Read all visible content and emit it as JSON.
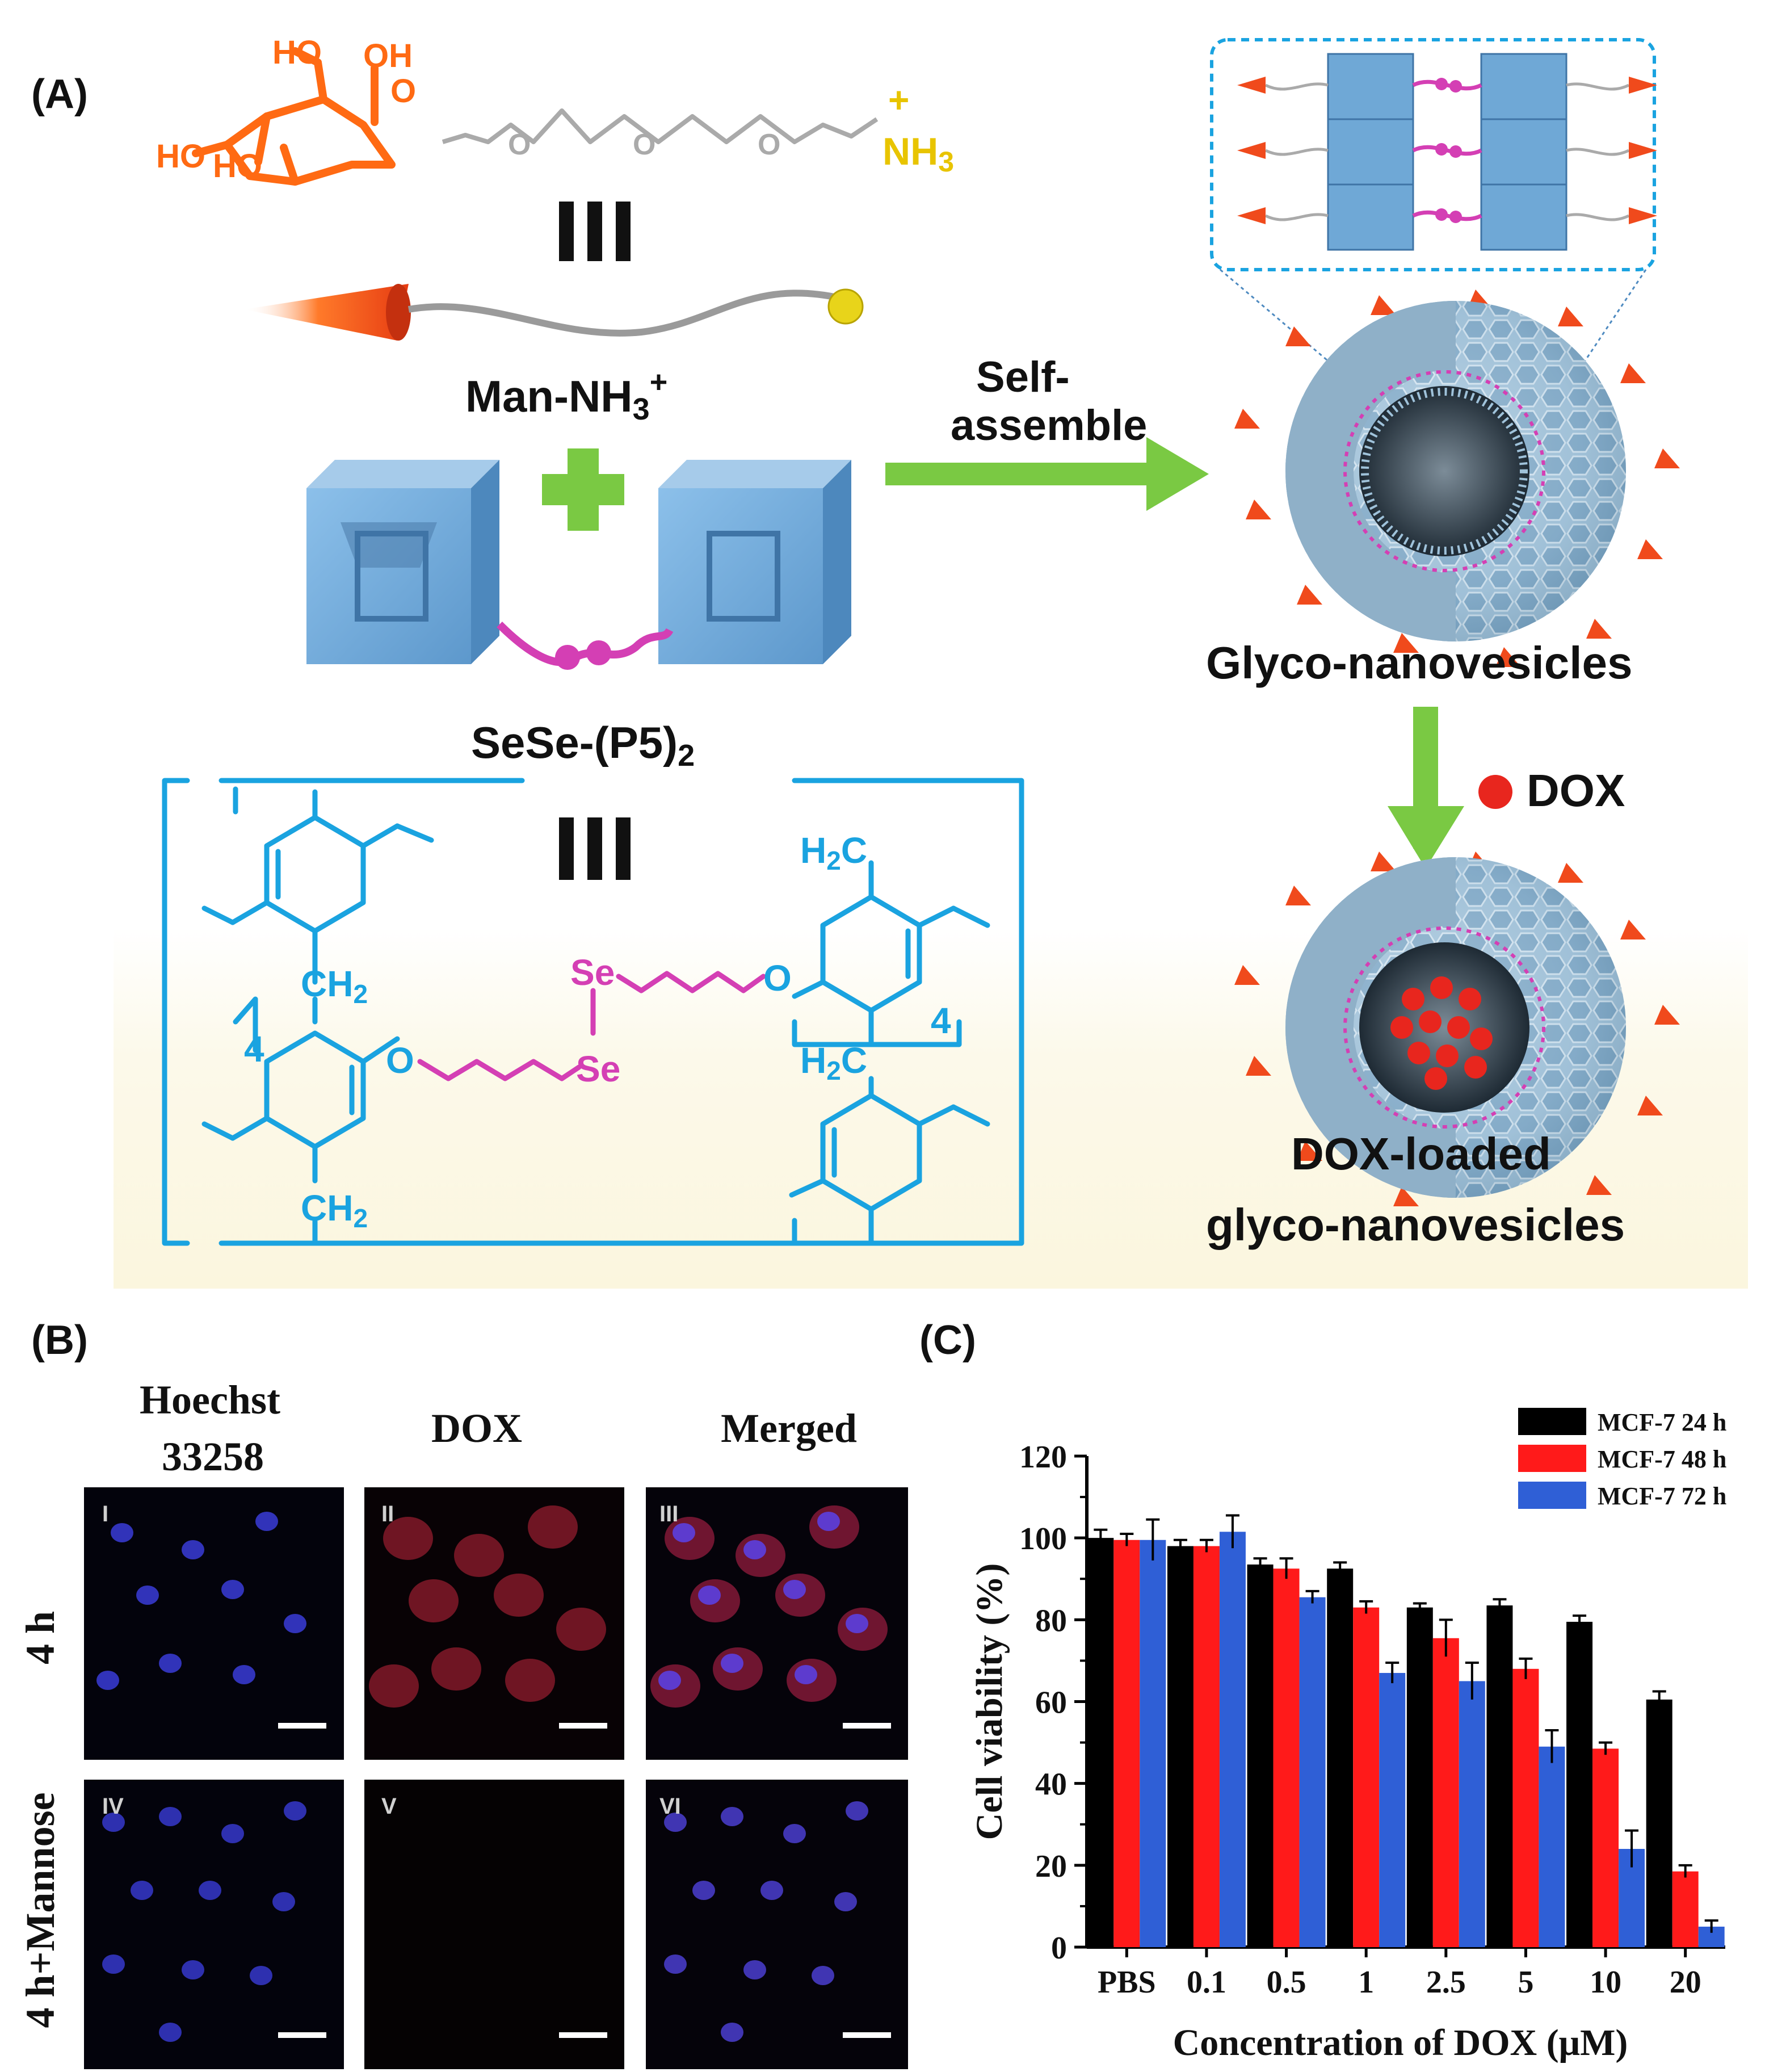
{
  "panel_a": {
    "label": "(A)",
    "molecule_labels": {
      "ho_top": "HO",
      "oh_top": "OH",
      "ring_o": "O",
      "ho_left1": "HO",
      "ho_left2": "HO",
      "o1": "O",
      "o2": "O",
      "o3": "O",
      "plus": "+",
      "nh3": "NH",
      "nh3_sub": "3"
    },
    "equiv_symbol": "III",
    "man_label": "Man-NH",
    "man_sub": "3",
    "man_sup": "+",
    "plus_sign": "+",
    "sese_label": "SeSe-(P5)",
    "sese_sub": "2",
    "arrow_label_1": "Self-",
    "arrow_label_2": "assemble",
    "vesicle_label": "Glyco-nanovesicles",
    "dox_label": "DOX",
    "loaded_label_1": "DOX-loaded",
    "loaded_label_2": "glyco-nanovesicles",
    "structure_labels": {
      "h2c_top": "H",
      "h2c_top_sub": "2",
      "h2c_top_c": "C",
      "ch2_left": "CH",
      "ch2_left_sub": "2",
      "ch2_bottom": "CH",
      "ch2_bottom_sub": "2",
      "h2c_mid": "H",
      "h2c_mid_sub": "2",
      "h2c_mid_c": "C",
      "se1": "Se",
      "se2": "Se",
      "o_a": "O",
      "o_b": "O",
      "n_left": "4",
      "n_right": "4"
    },
    "colors": {
      "sugar": "#ff6a13",
      "amine": "#e8c400",
      "pillar": "#1aa3e0",
      "selenium": "#d43fb4",
      "arrow": "#7ac943",
      "dox": "#e8261e",
      "cube": "#6fa8d6"
    }
  },
  "panel_b": {
    "label": "(B)",
    "col_headers": [
      "Hoechst",
      "DOX",
      "Merged"
    ],
    "col_header_sub": "33258",
    "row_labels": [
      "4 h",
      "4 h+Mannose"
    ],
    "panel_ids": [
      "I",
      "II",
      "III",
      "IV",
      "V",
      "VI"
    ]
  },
  "panel_c": {
    "label": "(C)"
  },
  "chart_data": {
    "type": "bar",
    "categories": [
      "PBS",
      "0.1",
      "0.5",
      "1",
      "2.5",
      "5",
      "10",
      "20"
    ],
    "series": [
      {
        "name": "MCF-7 24 h",
        "color": "#000000",
        "values": [
          100,
          98,
          93.5,
          92.5,
          83,
          83.5,
          79.5,
          60.5
        ],
        "errors": [
          2,
          1.5,
          1.5,
          1.5,
          1,
          1.5,
          1.5,
          2
        ]
      },
      {
        "name": "MCF-7 48 h",
        "color": "#ff1a1a",
        "values": [
          99.5,
          98,
          92.5,
          83,
          75.5,
          68,
          48.5,
          18.5
        ],
        "errors": [
          1.5,
          1.5,
          2.5,
          1.5,
          4.5,
          2.5,
          1.5,
          1.5
        ]
      },
      {
        "name": "MCF-7 72 h",
        "color": "#2f5fd6",
        "values": [
          99.5,
          101.5,
          85.5,
          67,
          65,
          49,
          24,
          5
        ],
        "errors": [
          5,
          4,
          1.5,
          2.5,
          4.5,
          4,
          4.5,
          1.5
        ]
      }
    ],
    "xlabel": "Concentration of DOX (μM)",
    "ylabel": "Cell viability (%)",
    "ylim": [
      0,
      120
    ],
    "yticks": [
      "0",
      "20",
      "40",
      "60",
      "80",
      "100",
      "120"
    ],
    "legend_position": "top-right",
    "grid": false
  }
}
